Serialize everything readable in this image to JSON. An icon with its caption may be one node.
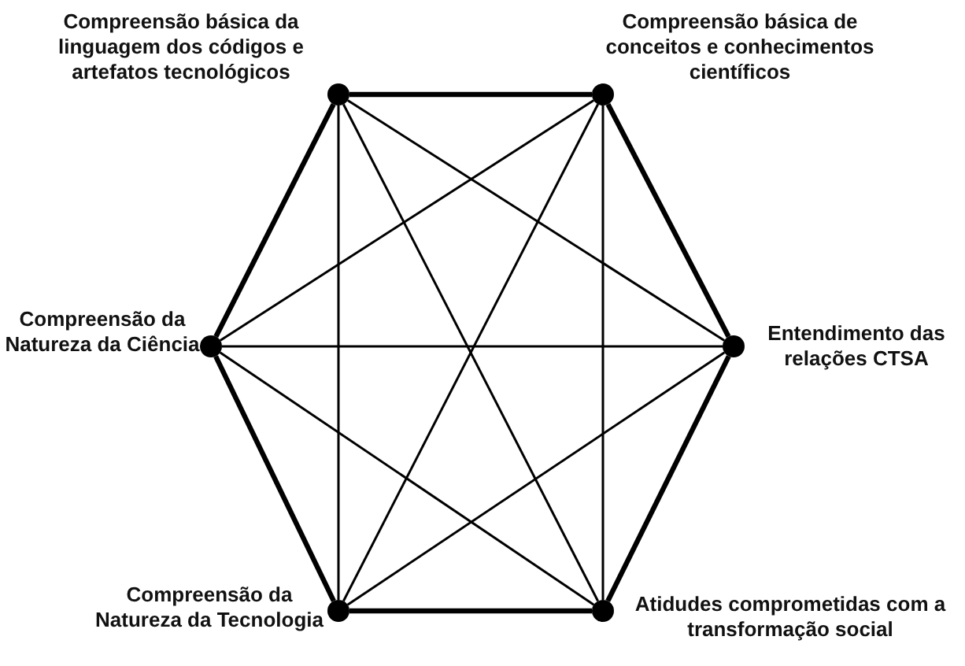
{
  "diagram": {
    "nodes": [
      {
        "text": [],
        "shape": "circle",
        "beside": [
          "Compreensão básica da linguagem dos códigos e artefatos tecnológicos"
        ]
      },
      {
        "text": [],
        "shape": "circle",
        "beside": [
          "Compreensão básica de conceitos e conhecimentos científicos"
        ]
      },
      {
        "text": [],
        "shape": "circle",
        "beside": [
          "Compreensão da Natureza da Ciência"
        ]
      },
      {
        "text": [],
        "shape": "circle",
        "beside": [
          "Entendimento das relações CTSA"
        ]
      },
      {
        "text": [],
        "shape": "circle",
        "beside": [
          "Compreensão da Natureza da Tecnologia"
        ]
      },
      {
        "text": [],
        "shape": "circle",
        "beside": [
          "Atidudes comprometidas com a transformação social"
        ]
      }
    ],
    "edges": [
      {
        "from": 0,
        "to": 1,
        "arrow": "none",
        "style": "thick"
      },
      {
        "from": 1,
        "to": 3,
        "arrow": "none",
        "style": "thick"
      },
      {
        "from": 3,
        "to": 5,
        "arrow": "none",
        "style": "thick"
      },
      {
        "from": 5,
        "to": 4,
        "arrow": "none",
        "style": "thick"
      },
      {
        "from": 4,
        "to": 2,
        "arrow": "none",
        "style": "thick"
      },
      {
        "from": 2,
        "to": 0,
        "arrow": "none",
        "style": "thick"
      },
      {
        "from": 0,
        "to": 3,
        "arrow": "none"
      },
      {
        "from": 0,
        "to": 4,
        "arrow": "none"
      },
      {
        "from": 0,
        "to": 5,
        "arrow": "none"
      },
      {
        "from": 1,
        "to": 2,
        "arrow": "none"
      },
      {
        "from": 1,
        "to": 4,
        "arrow": "none"
      },
      {
        "from": 1,
        "to": 5,
        "arrow": "none"
      },
      {
        "from": 2,
        "to": 3,
        "arrow": "none"
      },
      {
        "from": 2,
        "to": 5,
        "arrow": "none"
      },
      {
        "from": 3,
        "to": 4,
        "arrow": "none"
      }
    ]
  }
}
